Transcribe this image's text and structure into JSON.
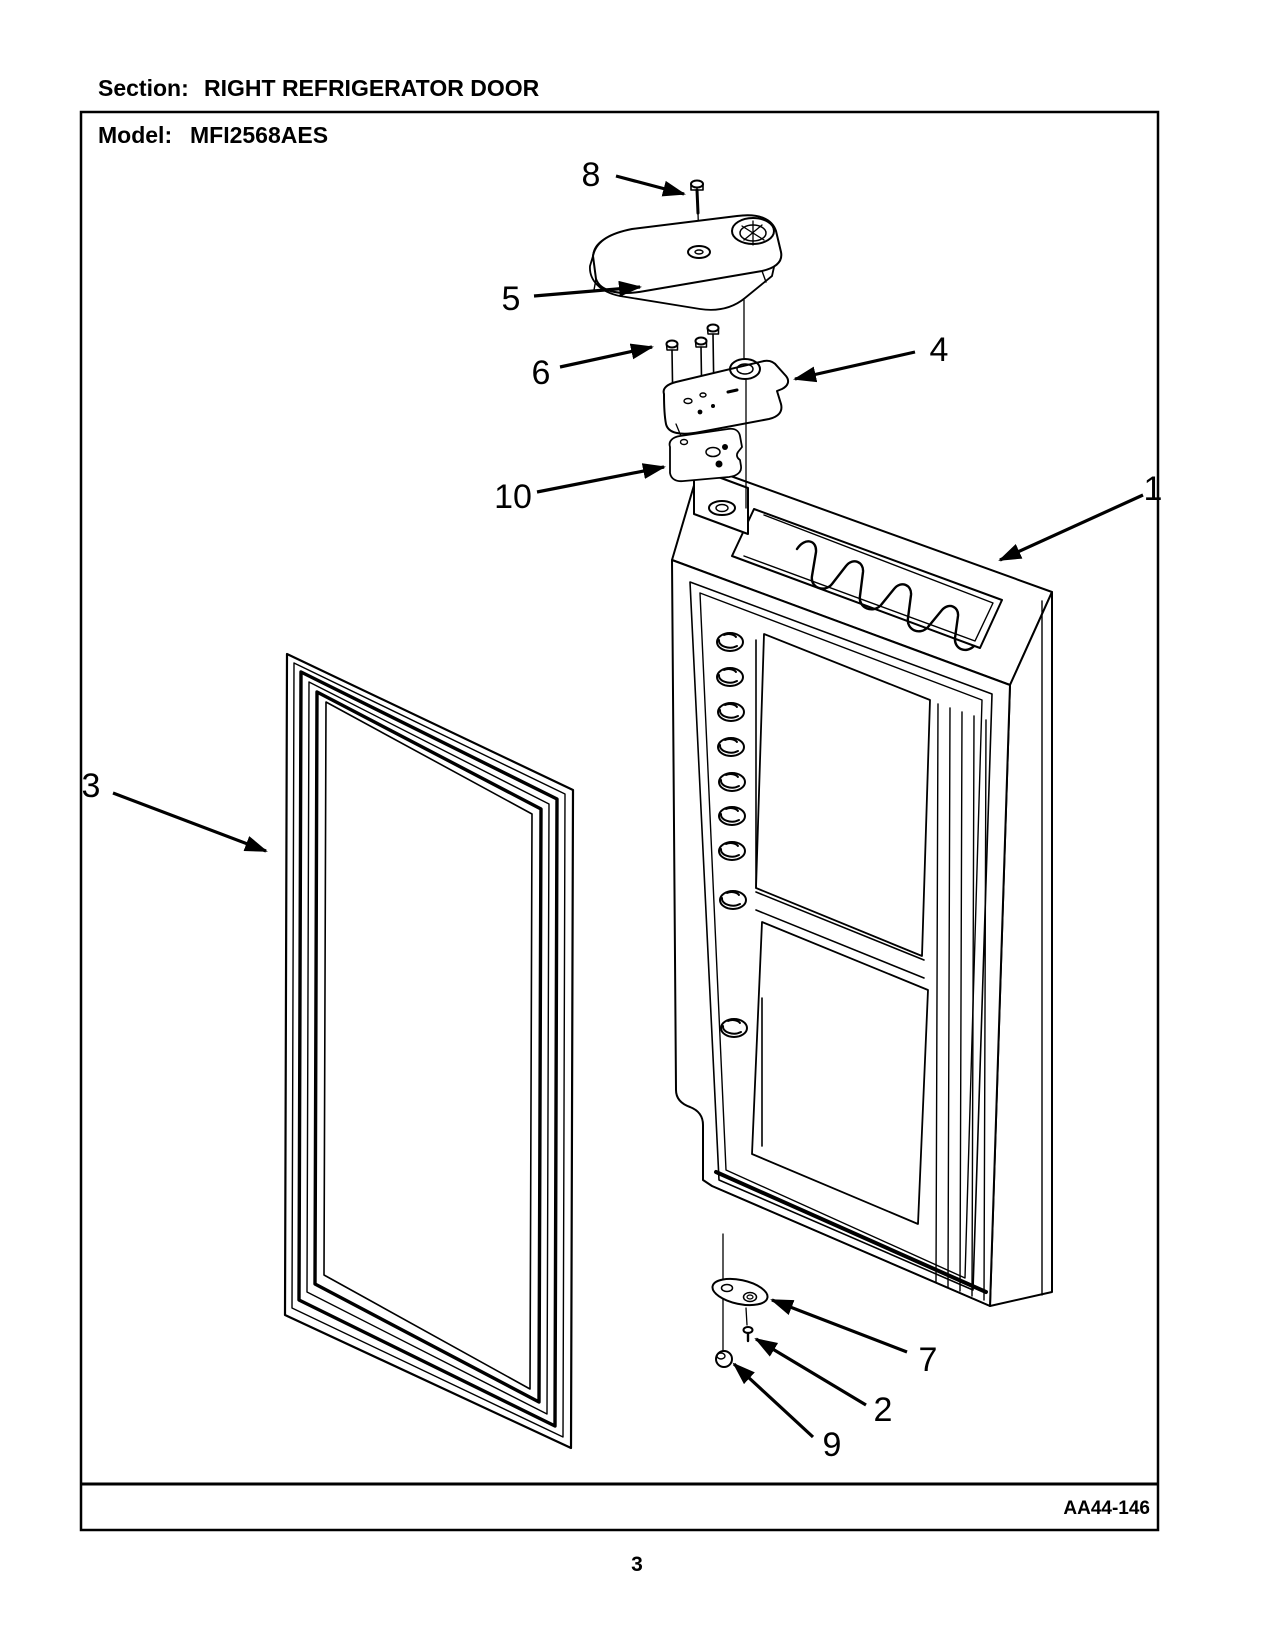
{
  "page": {
    "section_label": "Section:",
    "section_title": "RIGHT REFRIGERATOR DOOR",
    "model_label": "Model:",
    "model_value": "MFI2568AES",
    "doc_code": "AA44-146",
    "page_number": "3"
  },
  "diagram": {
    "title": "Right refrigerator door exploded parts view",
    "ink_color": "#000000",
    "paper_color": "#ffffff",
    "callouts": [
      {
        "number": "1",
        "target": "door-panel-assembly"
      },
      {
        "number": "2",
        "target": "bottom-hinge-screw"
      },
      {
        "number": "3",
        "target": "door-gasket"
      },
      {
        "number": "4",
        "target": "top-hinge-bracket"
      },
      {
        "number": "5",
        "target": "hinge-cover"
      },
      {
        "number": "6",
        "target": "hinge-screws"
      },
      {
        "number": "7",
        "target": "door-closer-cam"
      },
      {
        "number": "8",
        "target": "hinge-cover-screw"
      },
      {
        "number": "9",
        "target": "bottom-plug-button"
      },
      {
        "number": "10",
        "target": "hinge-shim"
      }
    ]
  }
}
